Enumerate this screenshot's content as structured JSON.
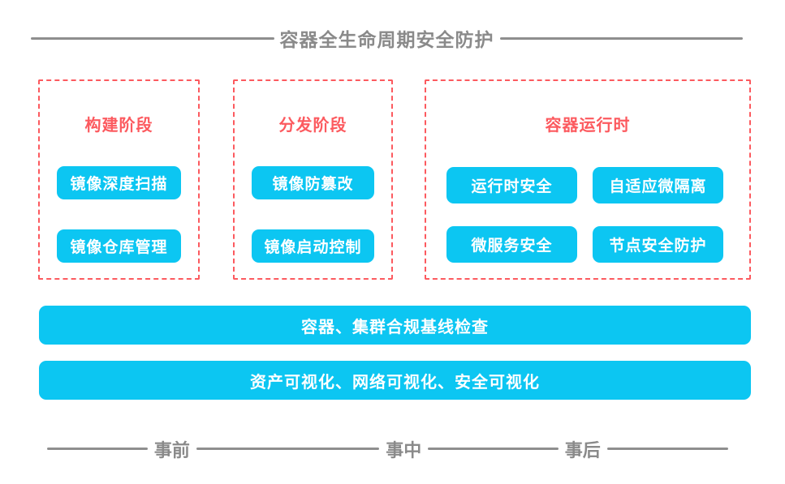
{
  "title": "容器全生命周期安全防护",
  "colors": {
    "cyan": "#0CC6F2",
    "red": "#FC5A5F",
    "gray_line": "#8E8E8E",
    "gray_text": "#8A8A8A"
  },
  "stages": [
    {
      "label": "构建阶段",
      "items": [
        "镜像深度扫描",
        "镜像仓库管理"
      ]
    },
    {
      "label": "分发阶段",
      "items": [
        "镜像防篡改",
        "镜像启动控制"
      ]
    },
    {
      "label": "容器运行时",
      "items": [
        "运行时安全",
        "自适应微隔离",
        "微服务安全",
        "节点安全防护"
      ]
    }
  ],
  "bars": [
    "容器、集群合规基线检查",
    "资产可视化、网络可视化、安全可视化"
  ],
  "timeline": [
    "事前",
    "事中",
    "事后"
  ]
}
